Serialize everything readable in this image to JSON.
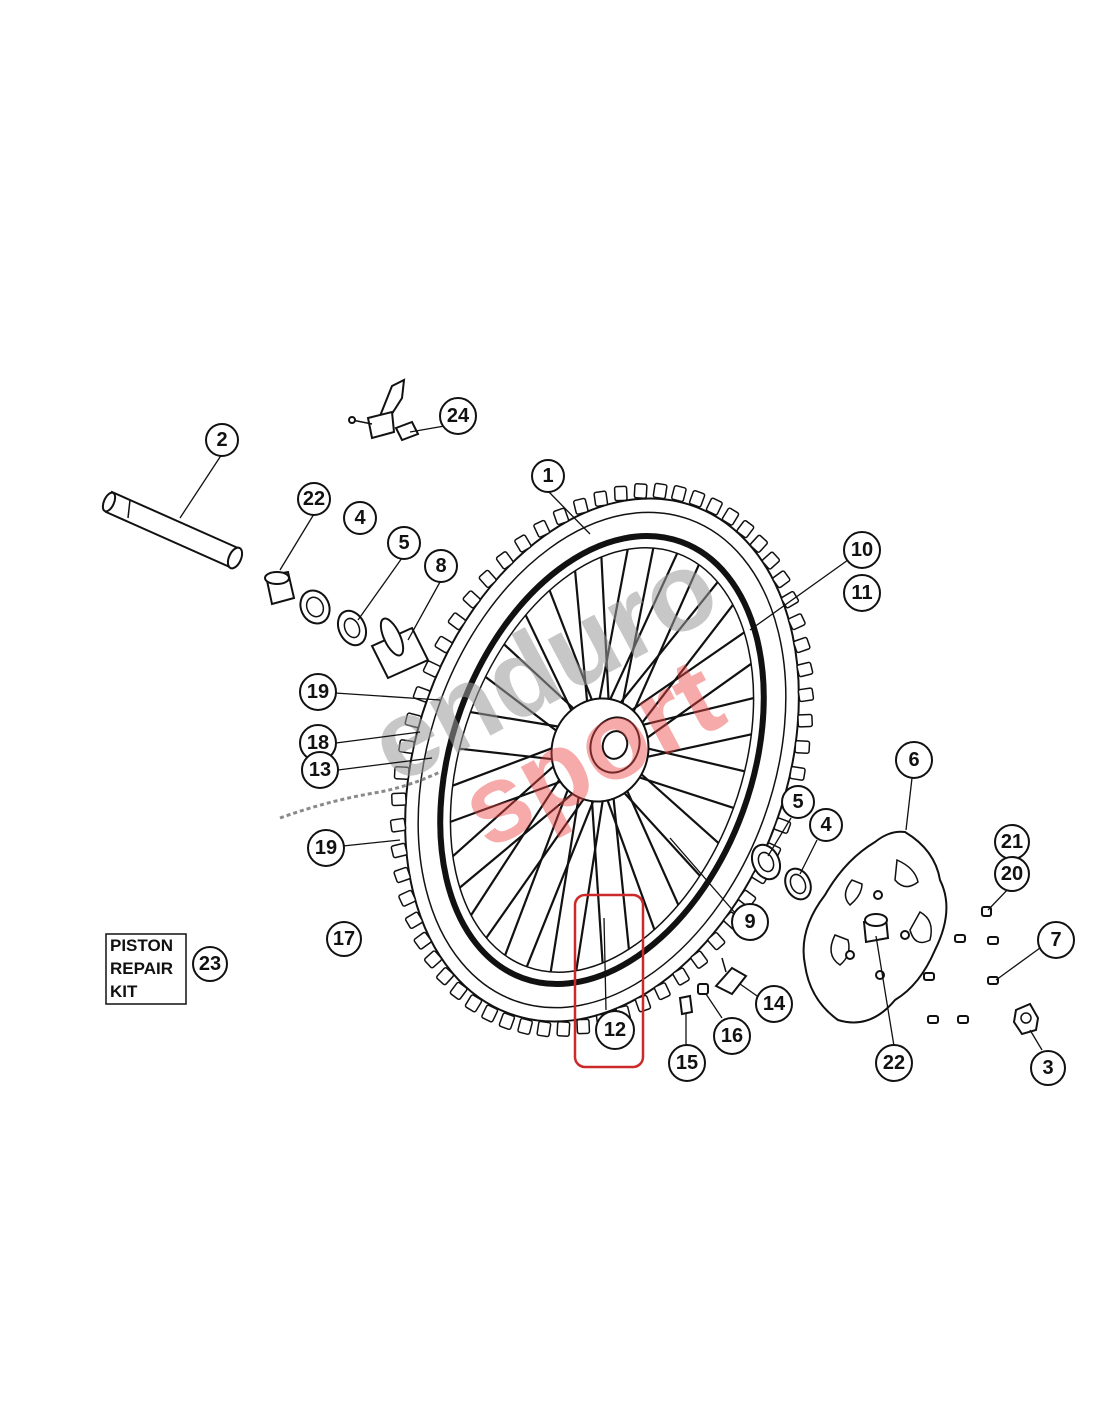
{
  "callouts": {
    "c1": "1",
    "c2": "2",
    "c3": "3",
    "c4a": "4",
    "c4b": "4",
    "c5a": "5",
    "c5b": "5",
    "c6": "6",
    "c7": "7",
    "c8": "8",
    "c9": "9",
    "c10": "10",
    "c11": "11",
    "c12": "12",
    "c13": "13",
    "c14": "14",
    "c15": "15",
    "c16": "16",
    "c17": "17",
    "c18": "18",
    "c19a": "19",
    "c19b": "19",
    "c20": "20",
    "c21": "21",
    "c22a": "22",
    "c22b": "22",
    "c23": "23",
    "c24": "24"
  },
  "kit_box": {
    "line1": "PISTON",
    "line2": "REPAIR",
    "line3": "KIT"
  },
  "watermark": {
    "line1": "enduro",
    "line2": "sport"
  },
  "colors": {
    "highlight": "#cc2a2a",
    "ink": "#111111",
    "watermark_gray": "#9a9a9a",
    "watermark_red": "#ee4444"
  }
}
